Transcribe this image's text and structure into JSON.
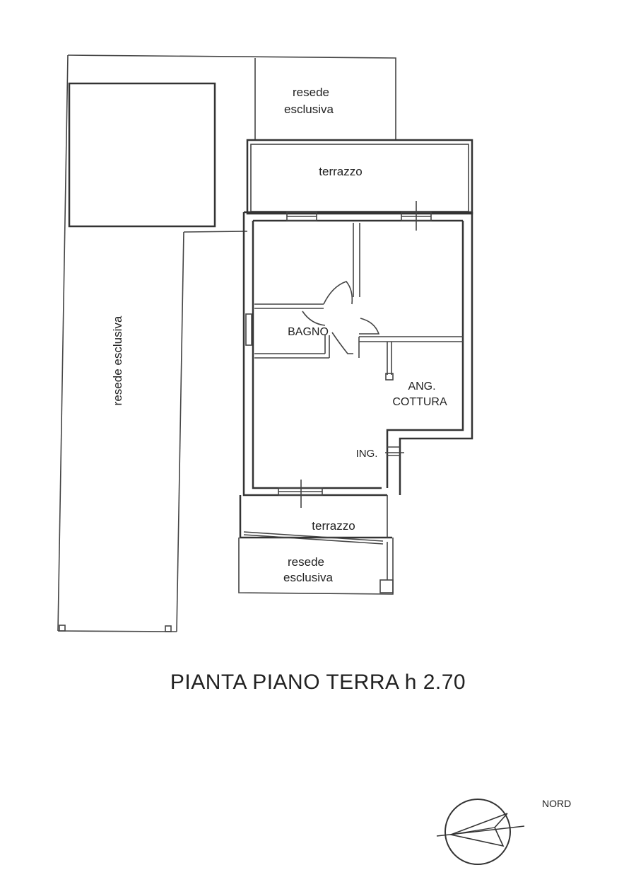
{
  "labels": {
    "resede_top_line1": "resede",
    "resede_top_line2": "esclusiva",
    "terrazzo_top": "terrazzo",
    "resede_left": "resede esclusiva",
    "bagno": "BAGNO",
    "ang_line1": "ANG.",
    "ang_line2": "COTTURA",
    "ingresso": "ING.",
    "terrazzo_bottom": "terrazzo",
    "resede_bottom_line1": "resede",
    "resede_bottom_line2": "esclusiva"
  },
  "title": "PIANTA PIANO TERRA h 2.70",
  "compass": {
    "label": "NORD"
  }
}
